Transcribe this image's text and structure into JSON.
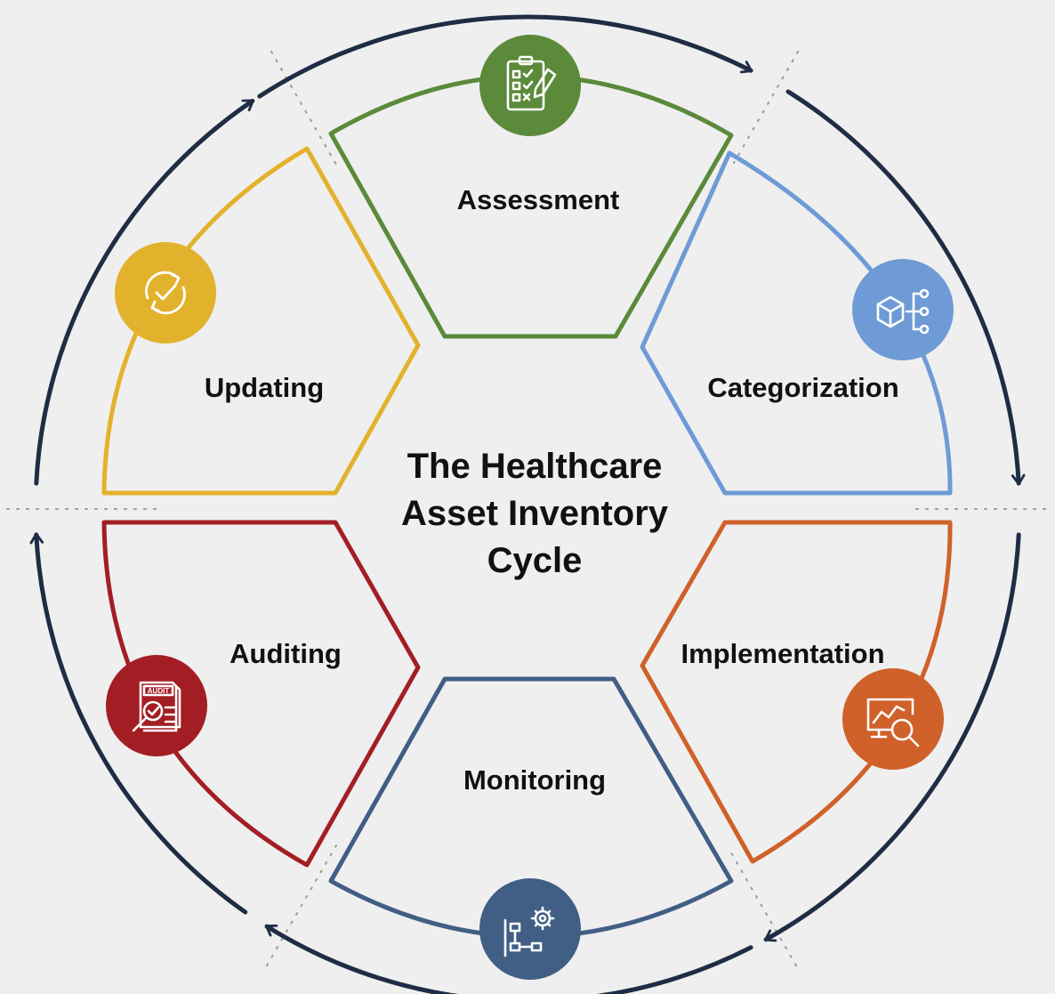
{
  "title_lines": [
    "The Healthcare",
    "Asset Inventory",
    "Cycle"
  ],
  "colors": {
    "background": "#efefef",
    "ring": "#1f2d44",
    "divider": "#9a9a9a",
    "icon_glyph": "#ffffff"
  },
  "segments": [
    {
      "label": "Assessment",
      "color": "#5b8a3a",
      "icon": "clipboard-checklist-icon"
    },
    {
      "label": "Categorization",
      "color": "#6e9bd6",
      "icon": "box-hierarchy-icon"
    },
    {
      "label": "Implementation",
      "color": "#d0612a",
      "icon": "monitor-chart-magnifier-icon"
    },
    {
      "label": "Monitoring",
      "color": "#415e85",
      "icon": "flowchart-gear-icon"
    },
    {
      "label": "Auditing",
      "color": "#a31e24",
      "icon": "audit-document-magnifier-icon"
    },
    {
      "label": "Updating",
      "color": "#e3b22c",
      "icon": "refresh-check-icon"
    }
  ]
}
